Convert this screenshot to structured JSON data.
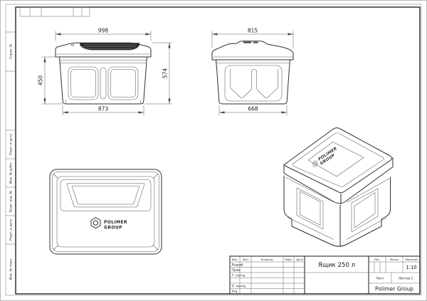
{
  "title_block": {
    "doc_title": "Ящик 250 л",
    "company": "Polimer Group",
    "scale_value": "1:10",
    "col_izm": "Изм.",
    "col_list": "Лист",
    "col_doc": "№ докум.",
    "col_podp": "Подп.",
    "col_data": "Дата",
    "row_razrab": "Разраб.",
    "row_prov": "Пров.",
    "row_tkontr": "Т. контр.",
    "row_nkontr": "Н. контр.",
    "row_utv": "Утв.",
    "lit_label": "Лит.",
    "mass_label": "Масса",
    "scale_label": "Масштаб",
    "sheet_label": "Лист",
    "sheets_label": "Листов 1"
  },
  "dimensions": {
    "front_width_top": "998",
    "front_width_bottom": "873",
    "front_height_body": "450",
    "front_height_total": "574",
    "side_width_top": "815",
    "side_width_bottom": "668"
  },
  "logo": {
    "line1": "POLIMER",
    "line2": "GROUP"
  },
  "margin_labels": [
    "Справ. №",
    "Подп. и дата",
    "Инв. № дубл.",
    "Взам. инв. №",
    "Подп. и дата",
    "Инв. № подл."
  ]
}
